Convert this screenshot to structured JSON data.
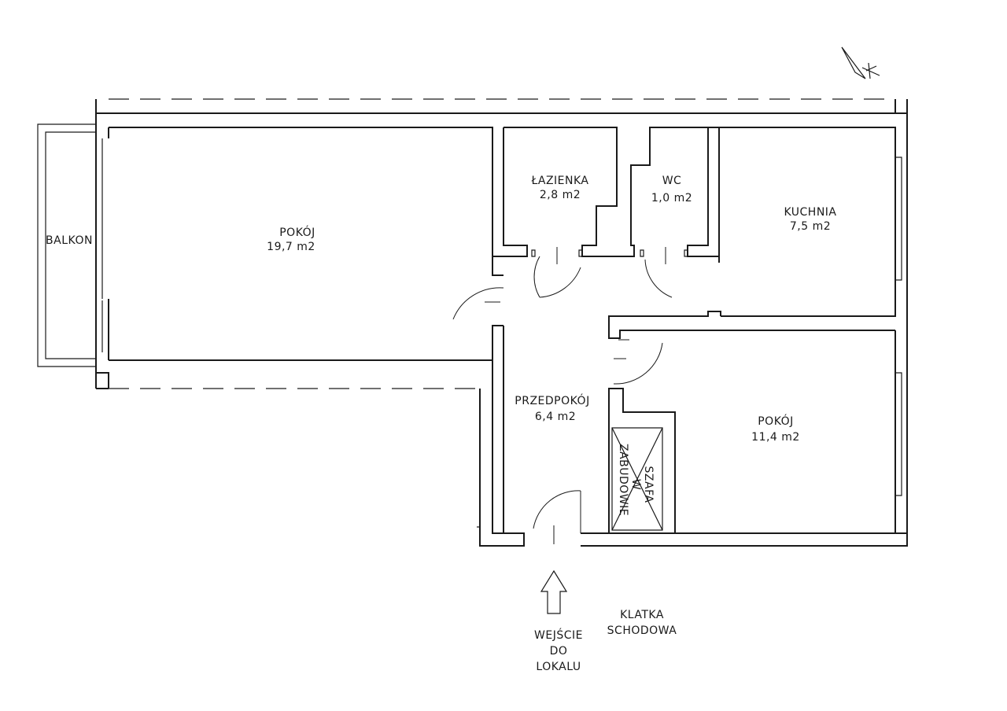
{
  "rooms": {
    "living": {
      "name": "POKÓJ",
      "area": "19,7 m2"
    },
    "bathroom": {
      "name": "ŁAZIENKA",
      "area": "2,8 m2"
    },
    "wc": {
      "name": "WC",
      "area": "1,0 m2"
    },
    "kitchen": {
      "name": "KUCHNIA",
      "area": "7,5 m2"
    },
    "hall": {
      "name": "PRZEDPOKÓJ",
      "area": "6,4 m2"
    },
    "bedroom": {
      "name": "POKÓJ",
      "area": "11,4 m2"
    }
  },
  "balcony": "BALKON",
  "wardrobe": [
    "SZAFA",
    "W",
    "ZABUDOWIE"
  ],
  "entrance": [
    "WEJŚCIE",
    "DO",
    "LOKALU"
  ],
  "staircase": [
    "KLATKA",
    "SCHODOWA"
  ],
  "icons": {
    "north": "north-arrow-icon",
    "entry": "entry-arrow-icon"
  },
  "colors": {
    "ink": "#1a1a1a",
    "background": "#ffffff"
  }
}
